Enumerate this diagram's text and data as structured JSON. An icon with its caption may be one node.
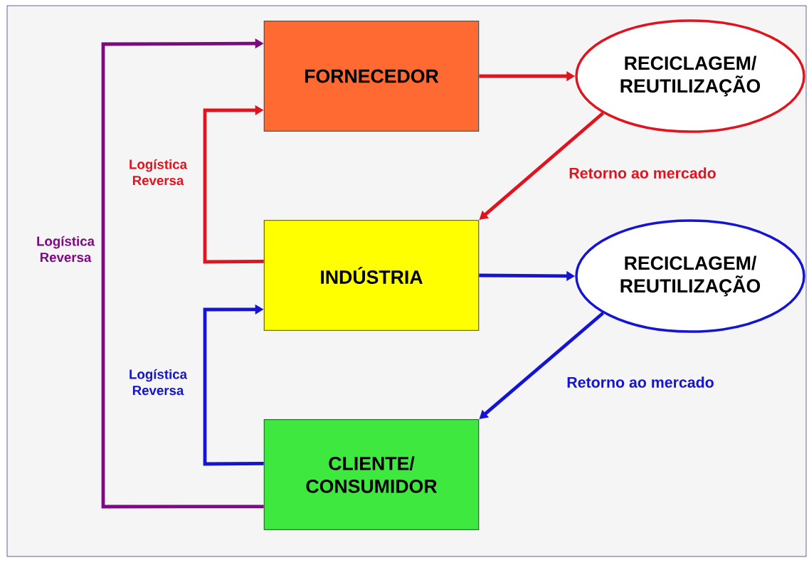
{
  "diagram": {
    "nodes": [
      {
        "text": [
          "FORNECEDOR"
        ]
      },
      {
        "text": [
          "RECICLAGEM/ REUTILIZAÇÃO"
        ]
      },
      {
        "text": [
          "INDÚSTRIA"
        ]
      },
      {
        "text": [
          "RECICLAGEM/ REUTILIZAÇÃO"
        ]
      },
      {
        "text": [
          "CLIENTE/ CONSUMIDOR"
        ]
      }
    ],
    "edges": [
      {
        "from": 0,
        "to": 1,
        "arrow": "to",
        "color": "#e0141e"
      },
      {
        "from": 1,
        "to": 2,
        "arrow": "to",
        "label": "Retorno ao mercado",
        "color": "#e0141e"
      },
      {
        "from": 2,
        "to": 0,
        "arrow": "to",
        "label": "Logística Reversa",
        "color": "#e0141e"
      },
      {
        "from": 2,
        "to": 3,
        "arrow": "to",
        "color": "#1414d2"
      },
      {
        "from": 3,
        "to": 4,
        "arrow": "to",
        "label": "Retorno ao mercado",
        "color": "#1414d2"
      },
      {
        "from": 4,
        "to": 2,
        "arrow": "to",
        "label": "Logística Reversa",
        "color": "#1414d2"
      },
      {
        "from": 4,
        "to": 0,
        "arrow": "to",
        "label": "Logística Reversa",
        "color": "#7d0a82"
      }
    ]
  }
}
